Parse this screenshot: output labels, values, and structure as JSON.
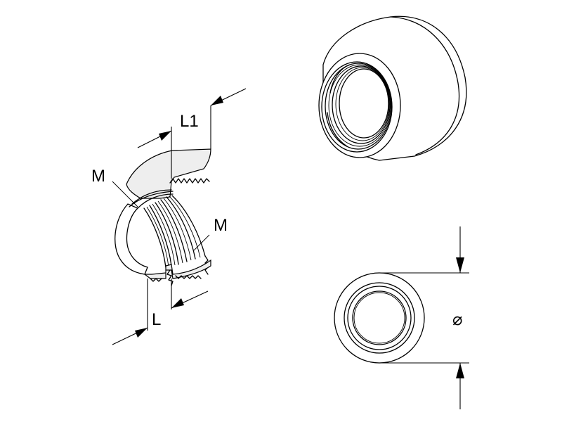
{
  "labels": {
    "thread_top": "M",
    "thread_right": "M",
    "length_total": "L1",
    "length_thread": "L",
    "diameter": "⌀"
  },
  "views": {
    "section_view": "section-view",
    "perspective_view": "perspective-view",
    "front_view": "front-view"
  }
}
